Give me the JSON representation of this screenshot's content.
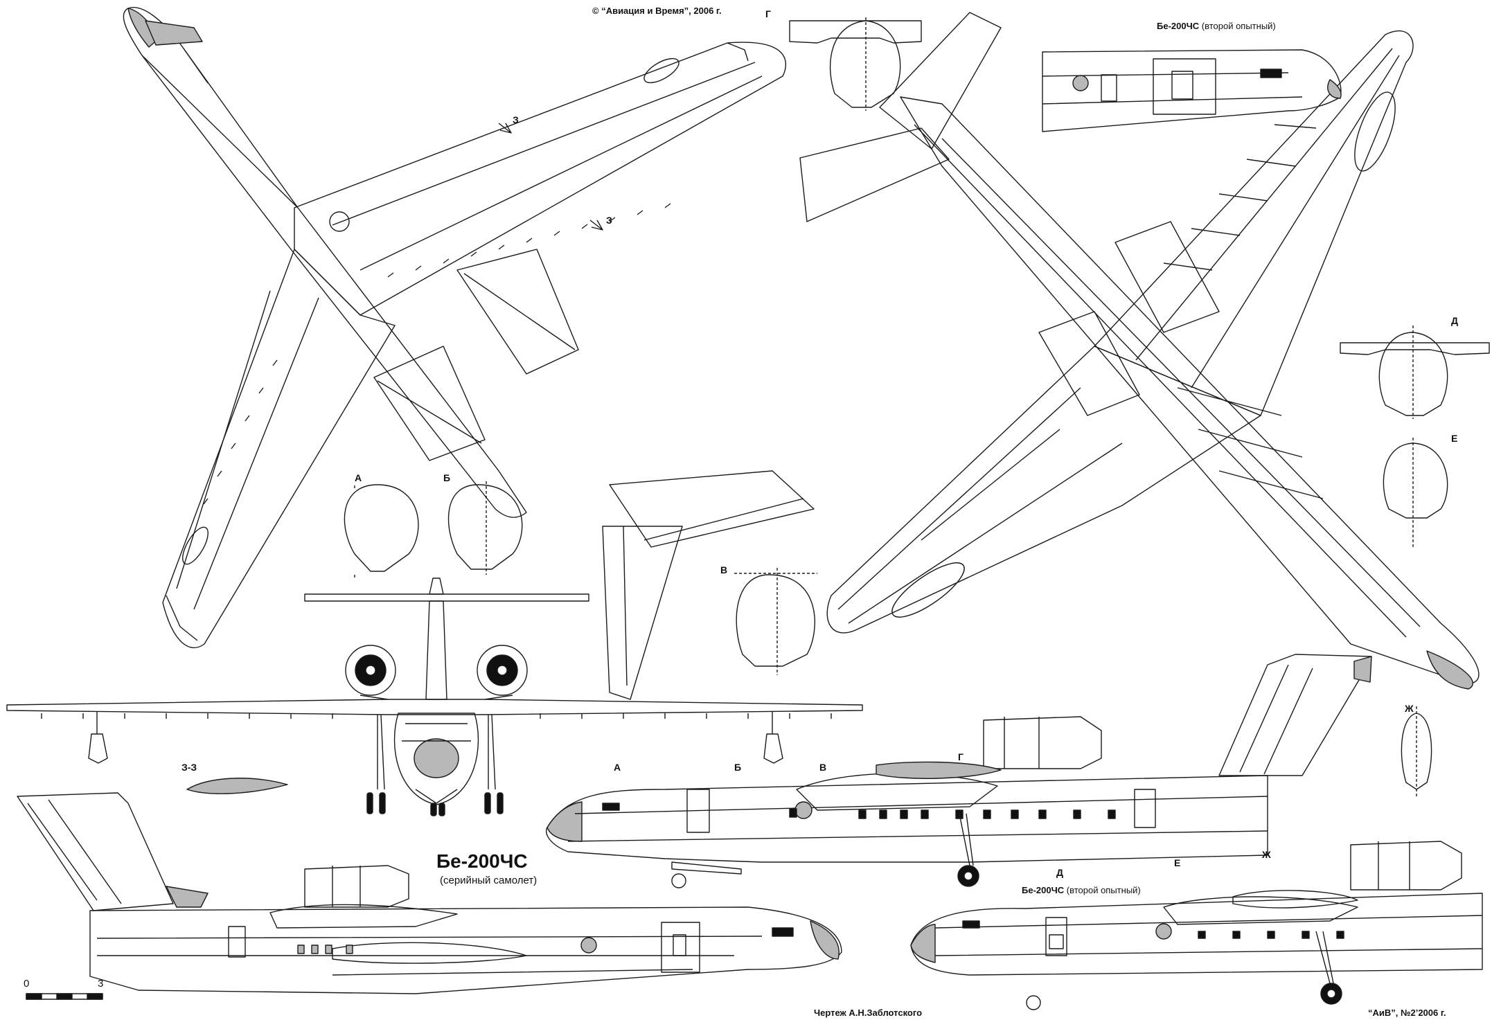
{
  "copyright": "© “Авиация и Время”, 2006 г.",
  "main_title": "Бе-200ЧС",
  "main_subtitle": "(серийный самолет)",
  "prototype_top": {
    "name": "Бе-200ЧС",
    "note": "(второй опытный)"
  },
  "prototype_bottom": {
    "name": "Бе-200ЧС",
    "note": "(второй опытный)"
  },
  "author": "Чертеж А.Н.Заблотского",
  "issue": "“АиВ”, №2’2006 г.",
  "scale": {
    "zero": "0",
    "max": "3"
  },
  "section_title": "З-З",
  "cut_marks": [
    "З",
    "З"
  ],
  "section_labels": {
    "a": "А",
    "b": "Б",
    "v": "В",
    "g": "Г",
    "d": "Д",
    "e": "Е",
    "zh": "Ж"
  },
  "side_marks": {
    "a": "А",
    "b": "Б",
    "v": "В",
    "g": "Г",
    "d": "Д",
    "e": "Е",
    "zh": "Ж"
  },
  "colors": {
    "line": "#1a1a1a",
    "shade": "#b8b8b8",
    "dark": "#111111"
  }
}
